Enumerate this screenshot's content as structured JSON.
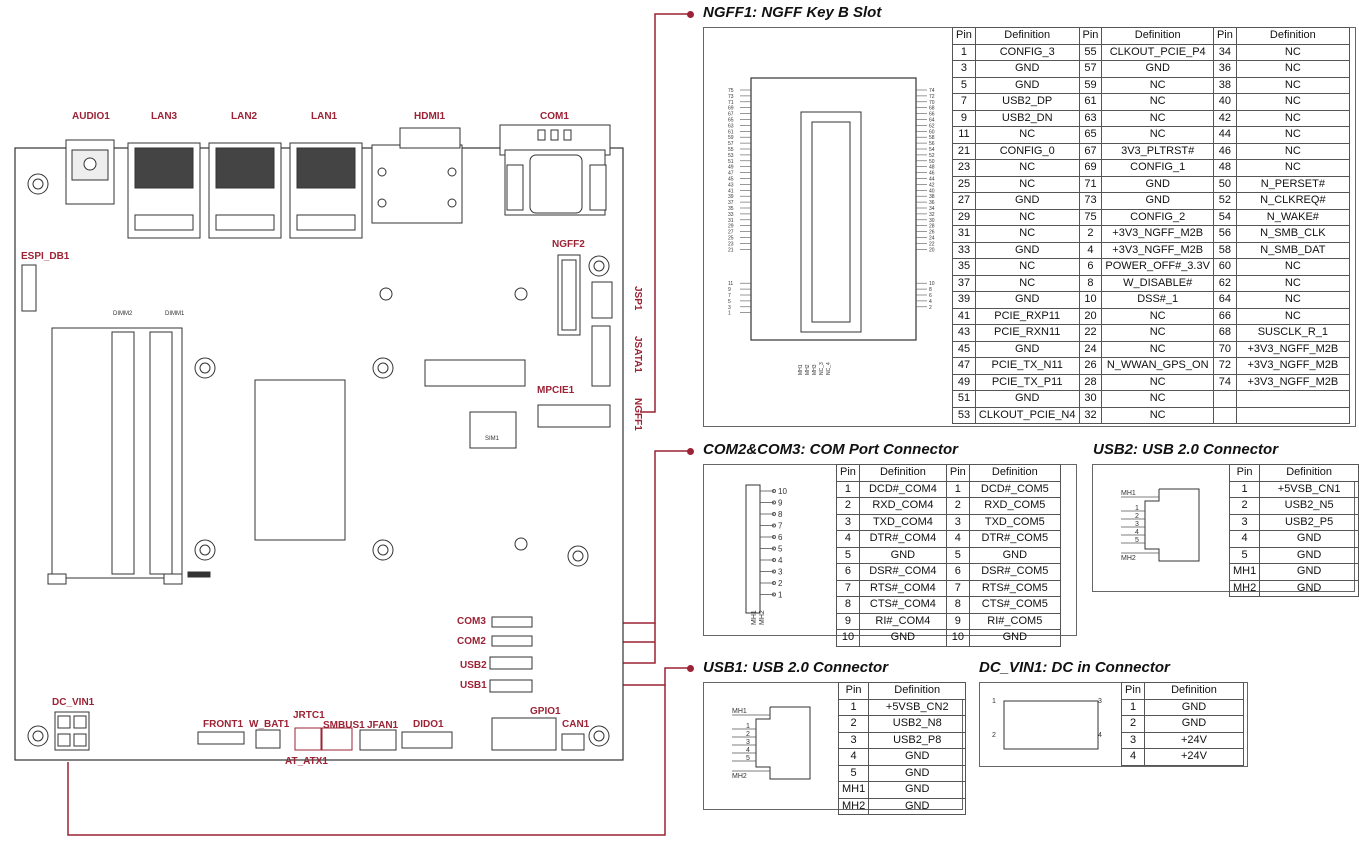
{
  "board": {
    "labels": {
      "audio": "AUDIO1",
      "lan3": "LAN3",
      "lan2": "LAN2",
      "lan1": "LAN1",
      "hdmi": "HDMI1",
      "com1": "COM1",
      "espi": "ESPI_DB1",
      "ngff2": "NGFF2",
      "jsp1": "JSP1",
      "jsata1": "JSATA1",
      "mpcie1": "MPCIE1",
      "ngff1": "NGFF1",
      "dimm2": "DIMM2",
      "dimm1": "DIMM1",
      "sim1": "SIM1",
      "com3": "COM3",
      "com2": "COM2",
      "usb2": "USB2",
      "usb1": "USB1",
      "dc_vin": "DC_VIN1",
      "front": "FRONT1",
      "wbat": "W_BAT1",
      "jrtc": "JRTC1",
      "atatx": "AT_ATX1",
      "smbus": "SMBUS1",
      "jfan": "JFAN1",
      "dido": "DIDO1",
      "gpio": "GPIO1",
      "can": "CAN1"
    }
  },
  "accent_color": "#9b2335",
  "ngff1": {
    "title": "NGFF1: NGFF Key B Slot",
    "headers": [
      "Pin",
      "Definition",
      "Pin",
      "Definition",
      "Pin",
      "Definition"
    ],
    "rows": [
      [
        "1",
        "CONFIG_3",
        "55",
        "CLKOUT_PCIE_P4",
        "34",
        "NC"
      ],
      [
        "3",
        "GND",
        "57",
        "GND",
        "36",
        "NC"
      ],
      [
        "5",
        "GND",
        "59",
        "NC",
        "38",
        "NC"
      ],
      [
        "7",
        "USB2_DP",
        "61",
        "NC",
        "40",
        "NC"
      ],
      [
        "9",
        "USB2_DN",
        "63",
        "NC",
        "42",
        "NC"
      ],
      [
        "11",
        "NC",
        "65",
        "NC",
        "44",
        "NC"
      ],
      [
        "21",
        "CONFIG_0",
        "67",
        "3V3_PLTRST#",
        "46",
        "NC"
      ],
      [
        "23",
        "NC",
        "69",
        "CONFIG_1",
        "48",
        "NC"
      ],
      [
        "25",
        "NC",
        "71",
        "GND",
        "50",
        "N_PERSET#"
      ],
      [
        "27",
        "GND",
        "73",
        "GND",
        "52",
        "N_CLKREQ#"
      ],
      [
        "29",
        "NC",
        "75",
        "CONFIG_2",
        "54",
        "N_WAKE#"
      ],
      [
        "31",
        "NC",
        "2",
        "+3V3_NGFF_M2B",
        "56",
        "N_SMB_CLK"
      ],
      [
        "33",
        "GND",
        "4",
        "+3V3_NGFF_M2B",
        "58",
        "N_SMB_DAT"
      ],
      [
        "35",
        "NC",
        "6",
        "POWER_OFF#_3.3V",
        "60",
        "NC"
      ],
      [
        "37",
        "NC",
        "8",
        "W_DISABLE#",
        "62",
        "NC"
      ],
      [
        "39",
        "GND",
        "10",
        "DSS#_1",
        "64",
        "NC"
      ],
      [
        "41",
        "PCIE_RXP11",
        "20",
        "NC",
        "66",
        "NC"
      ],
      [
        "43",
        "PCIE_RXN11",
        "22",
        "NC",
        "68",
        "SUSCLK_R_1"
      ],
      [
        "45",
        "GND",
        "24",
        "NC",
        "70",
        "+3V3_NGFF_M2B"
      ],
      [
        "47",
        "PCIE_TX_N11",
        "26",
        "N_WWAN_GPS_ON",
        "72",
        "+3V3_NGFF_M2B"
      ],
      [
        "49",
        "PCIE_TX_P11",
        "28",
        "NC",
        "74",
        "+3V3_NGFF_M2B"
      ],
      [
        "51",
        "GND",
        "30",
        "NC",
        "",
        ""
      ],
      [
        "53",
        "CLKOUT_PCIE_N4",
        "32",
        "NC",
        "",
        ""
      ]
    ],
    "diagram": {
      "left_pins": [
        "75",
        "73",
        "71",
        "69",
        "67",
        "65",
        "63",
        "61",
        "59",
        "57",
        "55",
        "53",
        "51",
        "49",
        "47",
        "45",
        "43",
        "41",
        "39",
        "37",
        "35",
        "33",
        "31",
        "29",
        "27",
        "25",
        "23",
        "21",
        "11",
        "9",
        "7",
        "5",
        "3",
        "1"
      ],
      "right_pins": [
        "74",
        "72",
        "70",
        "68",
        "66",
        "64",
        "62",
        "60",
        "58",
        "56",
        "54",
        "52",
        "50",
        "48",
        "46",
        "44",
        "42",
        "40",
        "38",
        "36",
        "34",
        "32",
        "30",
        "28",
        "26",
        "24",
        "22",
        "20",
        "10",
        "8",
        "6",
        "4",
        "2"
      ],
      "bottom_labels": [
        "MH1",
        "MH2",
        "MH3",
        "NC_3",
        "NC_4"
      ]
    }
  },
  "com23": {
    "title": "COM2&COM3: COM Port Connector",
    "headers": [
      "Pin",
      "Definition",
      "Pin",
      "Definition"
    ],
    "rows": [
      [
        "1",
        "DCD#_COM4",
        "1",
        "DCD#_COM5"
      ],
      [
        "2",
        "RXD_COM4",
        "2",
        "RXD_COM5"
      ],
      [
        "3",
        "TXD_COM4",
        "3",
        "TXD_COM5"
      ],
      [
        "4",
        "DTR#_COM4",
        "4",
        "DTR#_COM5"
      ],
      [
        "5",
        "GND",
        "5",
        "GND"
      ],
      [
        "6",
        "DSR#_COM4",
        "6",
        "DSR#_COM5"
      ],
      [
        "7",
        "RTS#_COM4",
        "7",
        "RTS#_COM5"
      ],
      [
        "8",
        "CTS#_COM4",
        "8",
        "CTS#_COM5"
      ],
      [
        "9",
        "RI#_COM4",
        "9",
        "RI#_COM5"
      ],
      [
        "10",
        "GND",
        "10",
        "GND"
      ]
    ],
    "diagram": {
      "pins": [
        "10",
        "9",
        "8",
        "7",
        "6",
        "5",
        "4",
        "3",
        "2",
        "1"
      ],
      "mh": [
        "MH1",
        "MH2"
      ]
    }
  },
  "usb2c": {
    "title": "USB2: USB 2.0 Connector",
    "headers": [
      "Pin",
      "Definition"
    ],
    "rows": [
      [
        "1",
        "+5VSB_CN1"
      ],
      [
        "2",
        "USB2_N5"
      ],
      [
        "3",
        "USB2_P5"
      ],
      [
        "4",
        "GND"
      ],
      [
        "5",
        "GND"
      ],
      [
        "MH1",
        "GND"
      ],
      [
        "MH2",
        "GND"
      ]
    ],
    "diagram": {
      "pins": [
        "1",
        "2",
        "3",
        "4",
        "5"
      ],
      "mh": [
        "MH1",
        "MH2"
      ]
    }
  },
  "usb1c": {
    "title": "USB1: USB 2.0 Connector",
    "headers": [
      "Pin",
      "Definition"
    ],
    "rows": [
      [
        "1",
        "+5VSB_CN2"
      ],
      [
        "2",
        "USB2_N8"
      ],
      [
        "3",
        "USB2_P8"
      ],
      [
        "4",
        "GND"
      ],
      [
        "5",
        "GND"
      ],
      [
        "MH1",
        "GND"
      ],
      [
        "MH2",
        "GND"
      ]
    ],
    "diagram": {
      "pins": [
        "1",
        "2",
        "3",
        "4",
        "5"
      ],
      "mh": [
        "MH1",
        "MH2"
      ]
    }
  },
  "dcvin": {
    "title": "DC_VIN1: DC in Connector",
    "headers": [
      "Pin",
      "Definition"
    ],
    "rows": [
      [
        "1",
        "GND"
      ],
      [
        "2",
        "GND"
      ],
      [
        "3",
        "+24V"
      ],
      [
        "4",
        "+24V"
      ]
    ],
    "diagram": {
      "pins": [
        "1",
        "2",
        "3",
        "4"
      ]
    }
  }
}
